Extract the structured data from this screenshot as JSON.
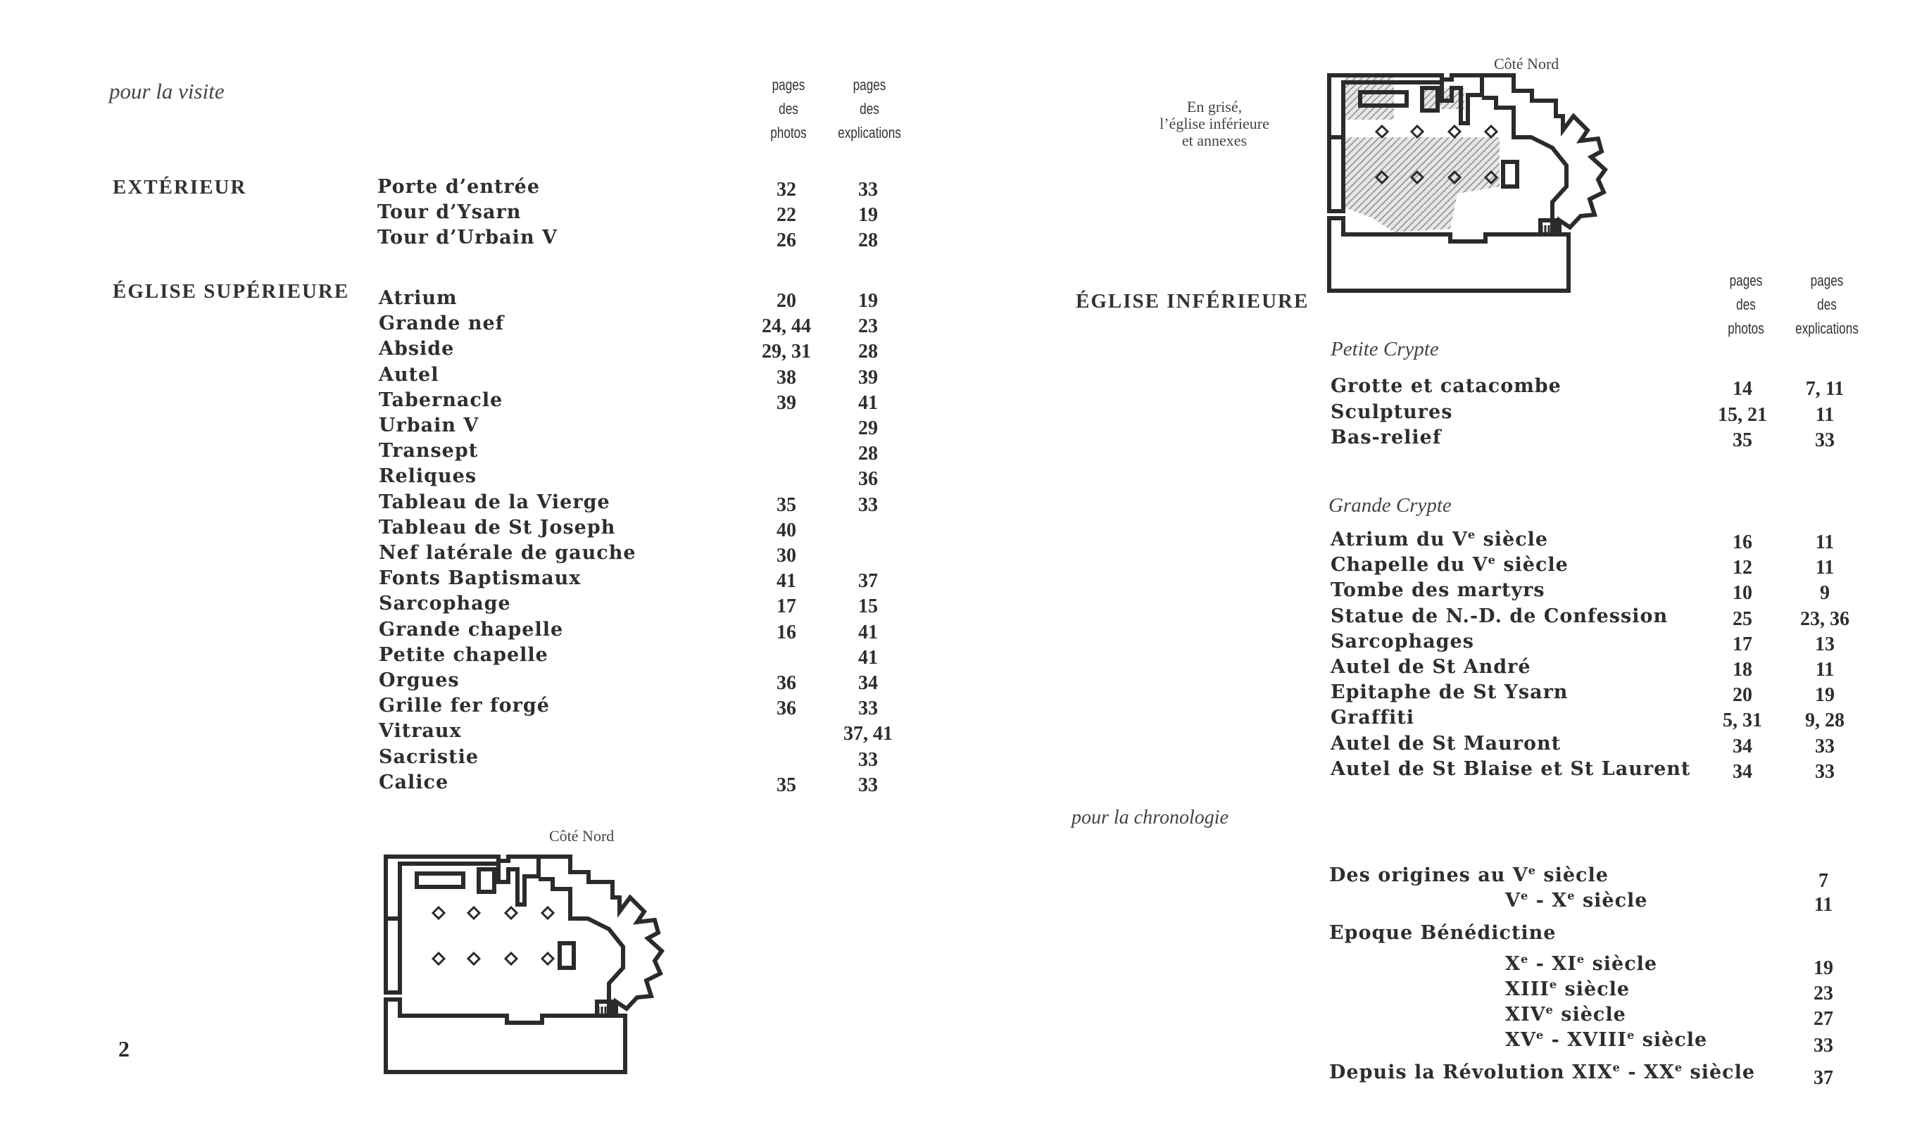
{
  "left": {
    "intro": "pour la visite",
    "col_photos": [
      "pages",
      "des",
      "photos"
    ],
    "col_expl": [
      "pages",
      "des",
      "explications"
    ],
    "exterieur": {
      "title": "EXTÉRIEUR",
      "rows": [
        {
          "label": "Porte d’entrée",
          "photos": "32",
          "expl": "33"
        },
        {
          "label": "Tour d’Ysarn",
          "photos": "22",
          "expl": "19"
        },
        {
          "label": "Tour d’Urbain V",
          "photos": "26",
          "expl": "28"
        }
      ]
    },
    "superieure": {
      "title": "ÉGLISE SUPÉRIEURE",
      "rows": [
        {
          "label": "Atrium",
          "photos": "20",
          "expl": "19"
        },
        {
          "label": "Grande nef",
          "photos": "24, 44",
          "expl": "23"
        },
        {
          "label": "Abside",
          "photos": "29, 31",
          "expl": "28"
        },
        {
          "label": "Autel",
          "photos": "38",
          "expl": "39"
        },
        {
          "label": "Tabernacle",
          "photos": "39",
          "expl": "41"
        },
        {
          "label": "Urbain V",
          "photos": "",
          "expl": "29"
        },
        {
          "label": "Transept",
          "photos": "",
          "expl": "28"
        },
        {
          "label": "Reliques",
          "photos": "",
          "expl": "36"
        },
        {
          "label": "Tableau de la Vierge",
          "photos": "35",
          "expl": "33"
        },
        {
          "label": "Tableau de St Joseph",
          "photos": "40",
          "expl": ""
        },
        {
          "label": "Nef latérale de gauche",
          "photos": "30",
          "expl": ""
        },
        {
          "label": "Fonts Baptismaux",
          "photos": "41",
          "expl": "37"
        },
        {
          "label": "Sarcophage",
          "photos": "17",
          "expl": "15"
        },
        {
          "label": "Grande chapelle",
          "photos": "16",
          "expl": "41"
        },
        {
          "label": "Petite chapelle",
          "photos": "",
          "expl": "41"
        },
        {
          "label": "Orgues",
          "photos": "36",
          "expl": "34"
        },
        {
          "label": "Grille fer forgé",
          "photos": "36",
          "expl": "33"
        },
        {
          "label": "Vitraux",
          "photos": "",
          "expl": "37, 41"
        },
        {
          "label": "Sacristie",
          "photos": "",
          "expl": "33"
        },
        {
          "label": "Calice",
          "photos": "35",
          "expl": "33"
        }
      ]
    },
    "plan_caption": "Côté Nord",
    "page_number": "2"
  },
  "right": {
    "plan_caption": "Côté Nord",
    "legend": [
      "En grisé,",
      "l’église inférieure",
      "et annexes"
    ],
    "col_photos": [
      "pages",
      "des",
      "photos"
    ],
    "col_expl": [
      "pages",
      "des",
      "explications"
    ],
    "inferieure_title": "ÉGLISE INFÉRIEURE",
    "petite": {
      "title": "Petite Crypte",
      "rows": [
        {
          "label": "Grotte et catacombe",
          "photos": "14",
          "expl": "7, 11"
        },
        {
          "label": "Sculptures",
          "photos": "15, 21",
          "expl": "11"
        },
        {
          "label": "Bas-relief",
          "photos": "35",
          "expl": "33"
        }
      ]
    },
    "grande": {
      "title": "Grande Crypte",
      "rows": [
        {
          "label": "Atrium du V",
          "sup": "e",
          "after": " siècle",
          "photos": "16",
          "expl": "11"
        },
        {
          "label": "Chapelle du V",
          "sup": "e",
          "after": " siècle",
          "photos": "12",
          "expl": "11"
        },
        {
          "label": "Tombe des martyrs",
          "photos": "10",
          "expl": "9"
        },
        {
          "label": "Statue de N.-D. de Confession",
          "photos": "25",
          "expl": "23, 36"
        },
        {
          "label": "Sarcophages",
          "photos": "17",
          "expl": "13"
        },
        {
          "label": "Autel de St André",
          "photos": "18",
          "expl": "11"
        },
        {
          "label": "Epitaphe de St Ysarn",
          "photos": "20",
          "expl": "19"
        },
        {
          "label": "Graffiti",
          "photos": "5, 31",
          "expl": "9, 28"
        },
        {
          "label": "Autel de St Mauront",
          "photos": "34",
          "expl": "33"
        },
        {
          "label": "Autel de St Blaise et St Laurent",
          "photos": "34",
          "expl": "33"
        }
      ]
    },
    "chrono_intro": "pour la chronologie",
    "chrono": {
      "origines": {
        "a": "Des origines au V",
        "a_sup": "e",
        "b": " siècle",
        "page": "7"
      },
      "v_x": {
        "a": "V",
        "a_sup": "e",
        "b": " - X",
        "b_sup": "e",
        "c": " siècle",
        "page": "11"
      },
      "benedictine": "Epoque Bénédictine",
      "x_xi": {
        "a": "X",
        "a_sup": "e",
        "b": " - XI",
        "b_sup": "e",
        "c": " siècle",
        "page": "19"
      },
      "xiii": {
        "a": "XIII",
        "a_sup": "e",
        "b": " siècle",
        "page": "23"
      },
      "xiv": {
        "a": "XIV",
        "a_sup": "e",
        "b": " siècle",
        "page": "27"
      },
      "xv_xviii": {
        "a": "XV",
        "a_sup": "e",
        "b": " - XVIII",
        "b_sup": "e",
        "c": " siècle",
        "page": "33"
      },
      "revolution": {
        "a": "Depuis la Révolution XIX",
        "a_sup": "e",
        "b": " - XX",
        "b_sup": "e",
        "c": " siècle",
        "page": "37"
      }
    }
  }
}
